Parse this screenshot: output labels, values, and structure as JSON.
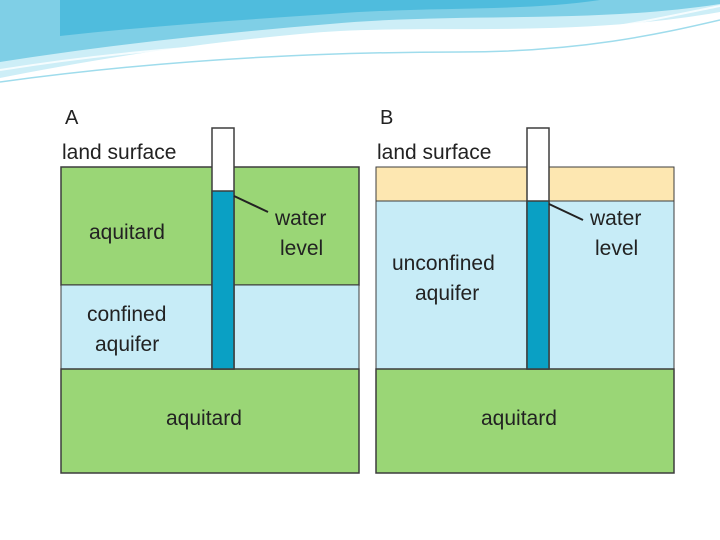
{
  "colors": {
    "aquitard": "#9ad676",
    "aquifer": "#c7ecf7",
    "sand": "#fde7b1",
    "water": "#0aa0c4",
    "outline": "#3d3d3d",
    "banner_light": "#cdeef7",
    "banner_mid": "#7fcfe6",
    "banner_dark": "#3fb6d9"
  },
  "panel_a": {
    "letter": "A",
    "land_surface": "land surface",
    "upper_layer": "aquitard",
    "water_label": [
      "water",
      "level"
    ],
    "aquifer_label": [
      "confined",
      "aquifer"
    ],
    "lower_layer": "aquitard"
  },
  "panel_b": {
    "letter": "B",
    "land_surface": "land surface",
    "water_label": [
      "water",
      "level"
    ],
    "aquifer_label": [
      "unconfined",
      "aquifer"
    ],
    "lower_layer": "aquitard"
  }
}
